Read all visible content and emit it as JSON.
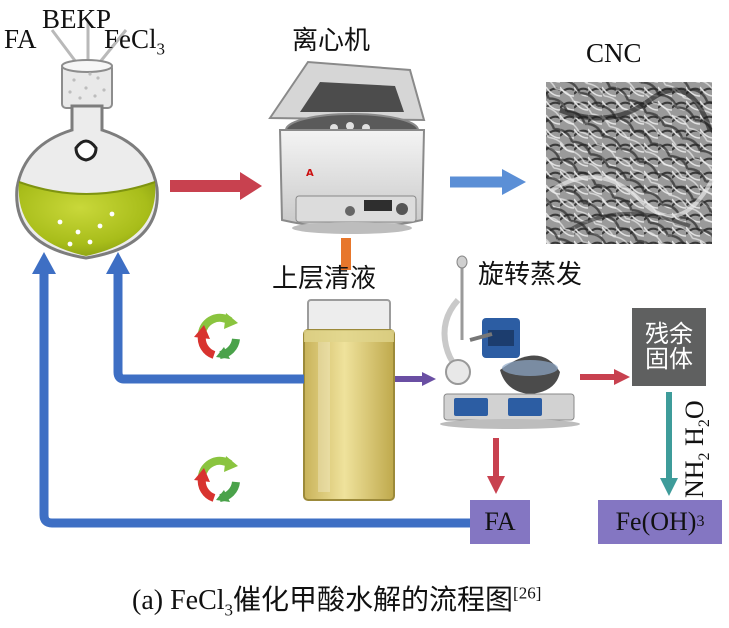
{
  "flask": {
    "reagent_top": "BEKP",
    "reagent_left": "FA",
    "reagent_right": "FeCl",
    "reagent_right_sub": "3"
  },
  "centrifuge": {
    "label": "离心机"
  },
  "product": {
    "label": "CNC"
  },
  "supernatant": {
    "label": "上层清液"
  },
  "evaporator": {
    "label": "旋转蒸发"
  },
  "residue": {
    "label_line1": "残余",
    "label_line2": "固体"
  },
  "reagent_side": {
    "nh_part": "NH",
    "nh_sub": "2",
    "ho_h": "H",
    "ho_sub": "2",
    "ho_o": "O"
  },
  "fa_box": {
    "label": "FA"
  },
  "feoh_box": {
    "label": "Fe(OH)",
    "sub": "3"
  },
  "caption": {
    "prefix": "(a) FeCl",
    "sub": "3",
    "text": "催化甲酸水解的流程图",
    "ref": "[26]"
  },
  "colors": {
    "red_arrow": "#c8414f",
    "blue_arrow": "#5b8fd6",
    "blue_loop": "#3e6fc4",
    "orange_arrow": "#e7772c",
    "purple_arrow": "#6a4fa3",
    "teal_arrow": "#3e9c9a",
    "box_purple": "#8476c2",
    "box_gray": "#5f6060",
    "liquid_green": "#b5c81e",
    "liquid_yellow": "#d9c66a"
  }
}
